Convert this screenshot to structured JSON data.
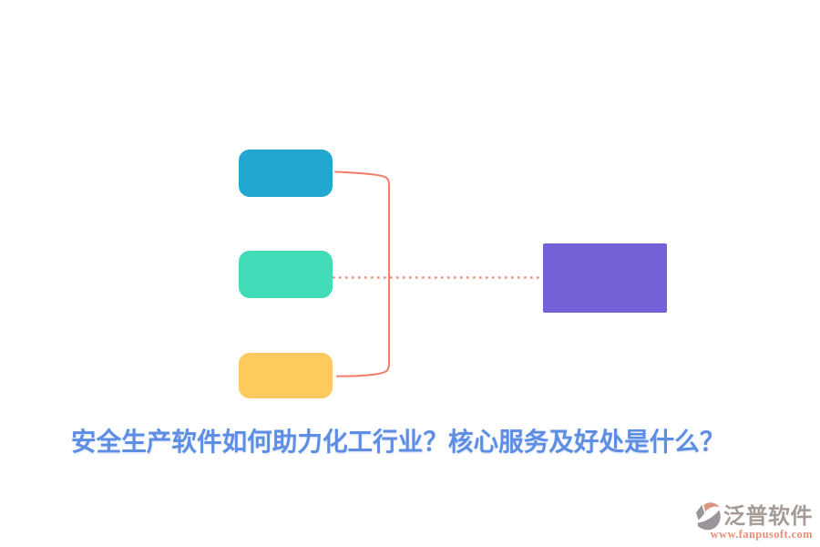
{
  "canvas": {
    "background": "#ffffff"
  },
  "diagram": {
    "branch_nodes": [
      {
        "color": "#22A7D0"
      },
      {
        "color": "#42DCB8"
      },
      {
        "color": "#FEC95D"
      }
    ],
    "root_node": {
      "color": "#7560D8"
    },
    "connectors": {
      "bracket_color": "#EF7F6A",
      "dotted_color": "#F0917E"
    }
  },
  "title": {
    "text": "安全生产软件如何助力化工行业？核心服务及好处是什么？",
    "color": "#5D8EE4"
  },
  "watermark": {
    "brand": "泛普软件",
    "brand_color": "#A59C97",
    "url": "www.fanpusoft.com",
    "url_color": "#E78E7B",
    "icon_gray": "#9B959B",
    "icon_accent": "#DD9480"
  }
}
